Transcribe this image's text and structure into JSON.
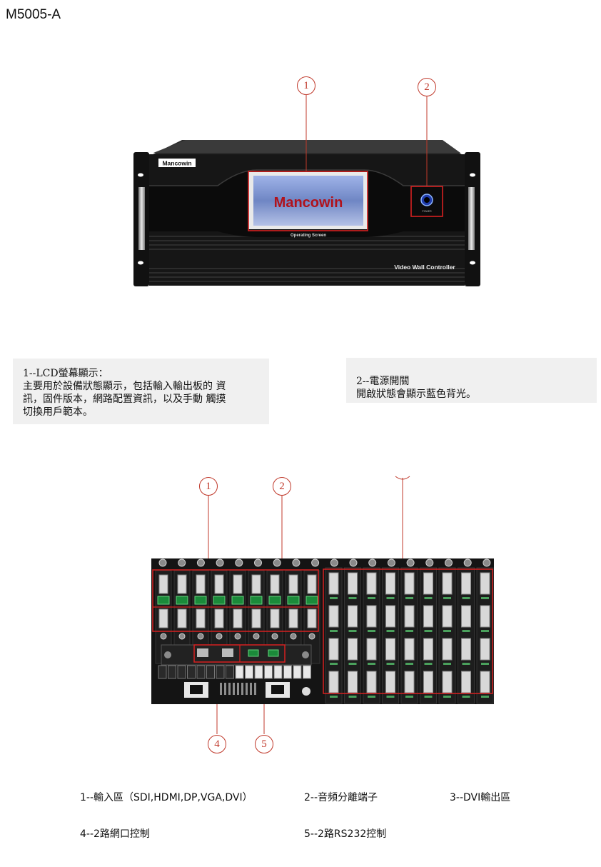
{
  "document": {
    "title": "M5005-A"
  },
  "front_panel": {
    "brand_badge": "Mancowin",
    "screen_logo": "Mancowin",
    "screen_caption": "Operating Screen",
    "power_label": "POWER",
    "product_label": "Video  Wall  Controller",
    "callouts": [
      "1",
      "2"
    ]
  },
  "notes": {
    "lcd": {
      "heading": "1--LCD螢幕顯示：",
      "lines": [
        "主要用於設備狀態顯示，包括輸入輸出板的 資",
        "訊，固件版本，網路配置資訊，以及手動 觸摸",
        "切換用戶範本。"
      ]
    },
    "power": {
      "heading": "2--電源開關",
      "lines": [
        "開啟狀態會顯示藍色背光。"
      ]
    }
  },
  "rear_panel": {
    "callouts": [
      "1",
      "2",
      "4",
      "5"
    ]
  },
  "legend": {
    "items": [
      "1--輸入區（SDI,HDMI,DP,VGA,DVI）",
      "2--音頻分離端子",
      "3--DVI輸出區",
      "4--2路網口控制",
      "5--2路RS232控制"
    ]
  },
  "colors": {
    "callout": "#c0392b",
    "chassis": "#141414",
    "screen_blue": "#6f86c4",
    "note_bg": "#f0f0f0"
  }
}
